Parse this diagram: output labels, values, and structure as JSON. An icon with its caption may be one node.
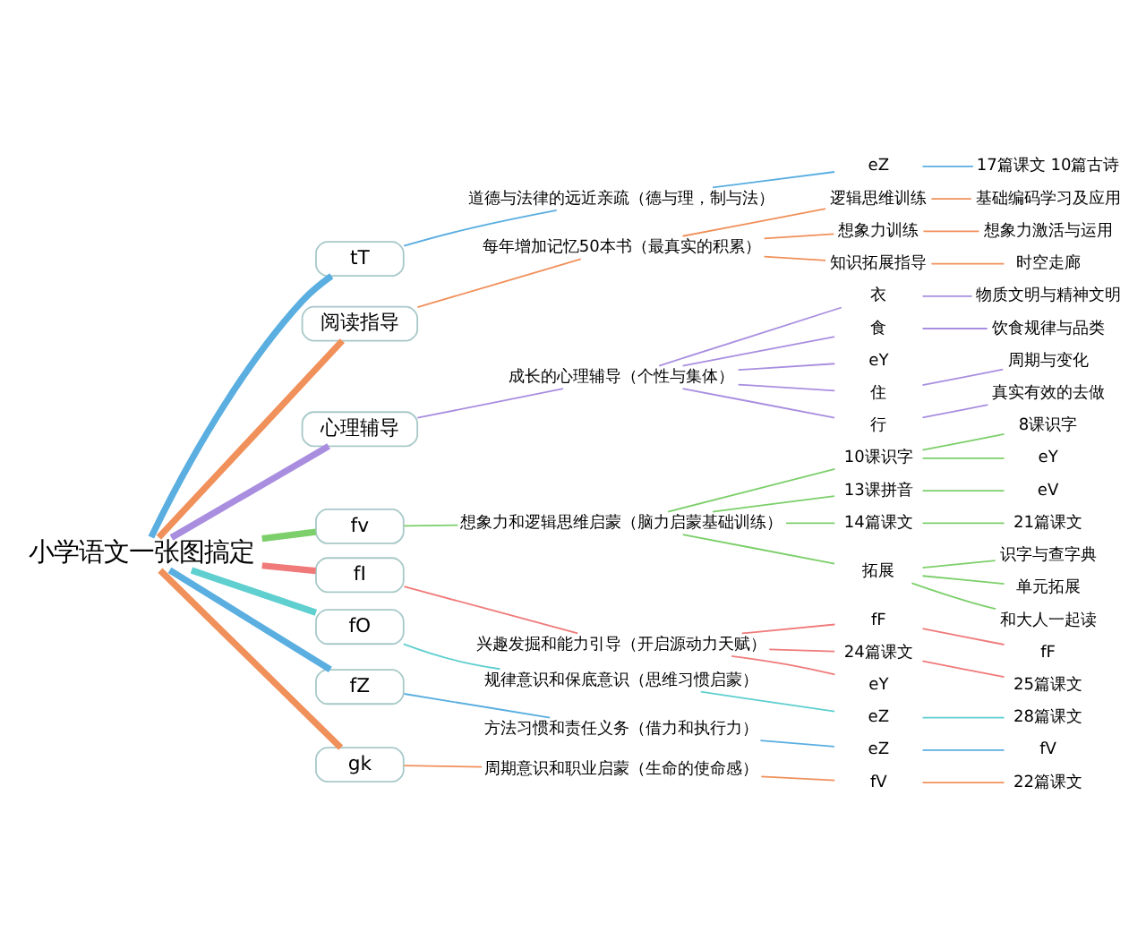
{
  "diagram": {
    "nodes": [
      {
        "text": [
          "小学语文一张图搞定"
        ]
      },
      {
        "text": [
          "tT"
        ]
      },
      {
        "text": [
          "道德与法律的远近亲疏（德与理，制与法）"
        ]
      },
      {
        "text": [
          "eZ"
        ]
      },
      {
        "text": [
          "17篇课文 10篇古诗"
        ]
      },
      {
        "text": [
          "阅读指导"
        ]
      },
      {
        "text": [
          "每年增加记忆50本书（最真实的积累）"
        ]
      },
      {
        "text": [
          "逻辑思维训练"
        ]
      },
      {
        "text": [
          "基础编码学习及应用"
        ]
      },
      {
        "text": [
          "想象力训练"
        ]
      },
      {
        "text": [
          "想象力激活与运用"
        ]
      },
      {
        "text": [
          "知识拓展指导"
        ]
      },
      {
        "text": [
          "时空走廊"
        ]
      },
      {
        "text": [
          "心理辅导"
        ]
      },
      {
        "text": [
          "成长的心理辅导（个性与集体）"
        ]
      },
      {
        "text": [
          "衣"
        ]
      },
      {
        "text": [
          "物质文明与精神文明"
        ]
      },
      {
        "text": [
          "食"
        ]
      },
      {
        "text": [
          "饮食规律与品类"
        ]
      },
      {
        "text": [
          "eY"
        ]
      },
      {
        "text": [
          "住"
        ]
      },
      {
        "text": [
          "周期与变化"
        ]
      },
      {
        "text": [
          "行"
        ]
      },
      {
        "text": [
          "真实有效的去做"
        ]
      },
      {
        "text": [
          "fv"
        ]
      },
      {
        "text": [
          "想象力和逻辑思维启蒙（脑力启蒙基础训练）"
        ]
      },
      {
        "text": [
          "10课识字"
        ]
      },
      {
        "text": [
          "8课识字"
        ]
      },
      {
        "text": [
          "eY"
        ]
      },
      {
        "text": [
          "13课拼音"
        ]
      },
      {
        "text": [
          "eV"
        ]
      },
      {
        "text": [
          "14篇课文"
        ]
      },
      {
        "text": [
          "21篇课文"
        ]
      },
      {
        "text": [
          "拓展"
        ]
      },
      {
        "text": [
          "识字与查字典"
        ]
      },
      {
        "text": [
          "单元拓展"
        ]
      },
      {
        "text": [
          "和大人一起读"
        ]
      },
      {
        "text": [
          "fI"
        ]
      },
      {
        "text": [
          "兴趣发掘和能力引导（开启源动力天赋）"
        ]
      },
      {
        "text": [
          "fF"
        ]
      },
      {
        "text": [
          "fF"
        ]
      },
      {
        "text": [
          "24篇课文"
        ]
      },
      {
        "text": [
          "25篇课文"
        ]
      },
      {
        "text": [
          "eY"
        ]
      },
      {
        "text": [
          "fO"
        ]
      },
      {
        "text": [
          "规律意识和保底意识（思维习惯启蒙）"
        ]
      },
      {
        "text": [
          "eZ"
        ]
      },
      {
        "text": [
          "28篇课文"
        ]
      },
      {
        "text": [
          "fZ"
        ]
      },
      {
        "text": [
          "方法习惯和责任义务（借力和执行力）"
        ]
      },
      {
        "text": [
          "eZ"
        ]
      },
      {
        "text": [
          "fV"
        ]
      },
      {
        "text": [
          "gk"
        ]
      },
      {
        "text": [
          "周期意识和职业启蒙（生命的使命感）"
        ]
      },
      {
        "text": [
          "fV"
        ]
      },
      {
        "text": [
          "22篇课文"
        ]
      }
    ],
    "edges": [
      {
        "from": 0,
        "to": 1,
        "arrow": "none",
        "style": "thick",
        "color": "#5aaee0"
      },
      {
        "from": 1,
        "to": 2,
        "arrow": "none",
        "color": "#5aaee0"
      },
      {
        "from": 2,
        "to": 3,
        "arrow": "none",
        "color": "#5aaee0"
      },
      {
        "from": 3,
        "to": 4,
        "arrow": "none",
        "color": "#5aaee0"
      },
      {
        "from": 0,
        "to": 5,
        "arrow": "none",
        "style": "thick",
        "color": "#f0905a"
      },
      {
        "from": 5,
        "to": 6,
        "arrow": "none",
        "color": "#f0905a"
      },
      {
        "from": 6,
        "to": 7,
        "arrow": "none",
        "color": "#f0905a"
      },
      {
        "from": 7,
        "to": 8,
        "arrow": "none",
        "color": "#f0905a"
      },
      {
        "from": 6,
        "to": 9,
        "arrow": "none",
        "color": "#f0905a"
      },
      {
        "from": 9,
        "to": 10,
        "arrow": "none",
        "color": "#f0905a"
      },
      {
        "from": 6,
        "to": 11,
        "arrow": "none",
        "color": "#f0905a"
      },
      {
        "from": 11,
        "to": 12,
        "arrow": "none",
        "color": "#f0905a"
      },
      {
        "from": 0,
        "to": 13,
        "arrow": "none",
        "style": "thick",
        "color": "#a98ee0"
      },
      {
        "from": 13,
        "to": 14,
        "arrow": "none",
        "color": "#a98ee0"
      },
      {
        "from": 14,
        "to": 15,
        "arrow": "none",
        "color": "#a98ee0"
      },
      {
        "from": 15,
        "to": 16,
        "arrow": "none",
        "color": "#a98ee0"
      },
      {
        "from": 14,
        "to": 17,
        "arrow": "none",
        "color": "#a98ee0"
      },
      {
        "from": 17,
        "to": 18,
        "arrow": "none",
        "color": "#a98ee0"
      },
      {
        "from": 14,
        "to": 19,
        "arrow": "none",
        "color": "#a98ee0"
      },
      {
        "from": 14,
        "to": 20,
        "arrow": "none",
        "color": "#a98ee0"
      },
      {
        "from": 20,
        "to": 21,
        "arrow": "none",
        "color": "#a98ee0"
      },
      {
        "from": 14,
        "to": 22,
        "arrow": "none",
        "color": "#a98ee0"
      },
      {
        "from": 22,
        "to": 23,
        "arrow": "none",
        "color": "#a98ee0"
      },
      {
        "from": 0,
        "to": 24,
        "arrow": "none",
        "style": "thick",
        "color": "#7ccf6a"
      },
      {
        "from": 24,
        "to": 25,
        "arrow": "none",
        "color": "#7ccf6a"
      },
      {
        "from": 25,
        "to": 26,
        "arrow": "none",
        "color": "#7ccf6a"
      },
      {
        "from": 26,
        "to": 27,
        "arrow": "none",
        "color": "#7ccf6a"
      },
      {
        "from": 26,
        "to": 28,
        "arrow": "none",
        "color": "#7ccf6a"
      },
      {
        "from": 25,
        "to": 29,
        "arrow": "none",
        "color": "#7ccf6a"
      },
      {
        "from": 29,
        "to": 30,
        "arrow": "none",
        "color": "#7ccf6a"
      },
      {
        "from": 25,
        "to": 31,
        "arrow": "none",
        "color": "#7ccf6a"
      },
      {
        "from": 31,
        "to": 32,
        "arrow": "none",
        "color": "#7ccf6a"
      },
      {
        "from": 25,
        "to": 33,
        "arrow": "none",
        "color": "#7ccf6a"
      },
      {
        "from": 33,
        "to": 34,
        "arrow": "none",
        "color": "#7ccf6a"
      },
      {
        "from": 33,
        "to": 35,
        "arrow": "none",
        "color": "#7ccf6a"
      },
      {
        "from": 33,
        "to": 36,
        "arrow": "none",
        "color": "#7ccf6a"
      },
      {
        "from": 0,
        "to": 37,
        "arrow": "none",
        "style": "thick",
        "color": "#f07a7a"
      },
      {
        "from": 37,
        "to": 38,
        "arrow": "none",
        "color": "#f07a7a"
      },
      {
        "from": 38,
        "to": 39,
        "arrow": "none",
        "color": "#f07a7a"
      },
      {
        "from": 39,
        "to": 40,
        "arrow": "none",
        "color": "#f07a7a"
      },
      {
        "from": 38,
        "to": 41,
        "arrow": "none",
        "color": "#f07a7a"
      },
      {
        "from": 41,
        "to": 42,
        "arrow": "none",
        "color": "#f07a7a"
      },
      {
        "from": 38,
        "to": 43,
        "arrow": "none",
        "color": "#f07a7a"
      },
      {
        "from": 0,
        "to": 44,
        "arrow": "none",
        "style": "thick",
        "color": "#5fcfcf"
      },
      {
        "from": 44,
        "to": 45,
        "arrow": "none",
        "color": "#5fcfcf"
      },
      {
        "from": 45,
        "to": 46,
        "arrow": "none",
        "color": "#5fcfcf"
      },
      {
        "from": 46,
        "to": 47,
        "arrow": "none",
        "color": "#5fcfcf"
      },
      {
        "from": 0,
        "to": 48,
        "arrow": "none",
        "style": "thick",
        "color": "#5aaee0"
      },
      {
        "from": 48,
        "to": 49,
        "arrow": "none",
        "color": "#5aaee0"
      },
      {
        "from": 49,
        "to": 50,
        "arrow": "none",
        "color": "#5aaee0"
      },
      {
        "from": 50,
        "to": 51,
        "arrow": "none",
        "color": "#5aaee0"
      },
      {
        "from": 0,
        "to": 52,
        "arrow": "none",
        "style": "thick",
        "color": "#f0905a"
      },
      {
        "from": 52,
        "to": 53,
        "arrow": "none",
        "color": "#f0905a"
      },
      {
        "from": 53,
        "to": 54,
        "arrow": "none",
        "color": "#f0905a"
      },
      {
        "from": 54,
        "to": 55,
        "arrow": "none",
        "color": "#f0905a"
      }
    ]
  }
}
